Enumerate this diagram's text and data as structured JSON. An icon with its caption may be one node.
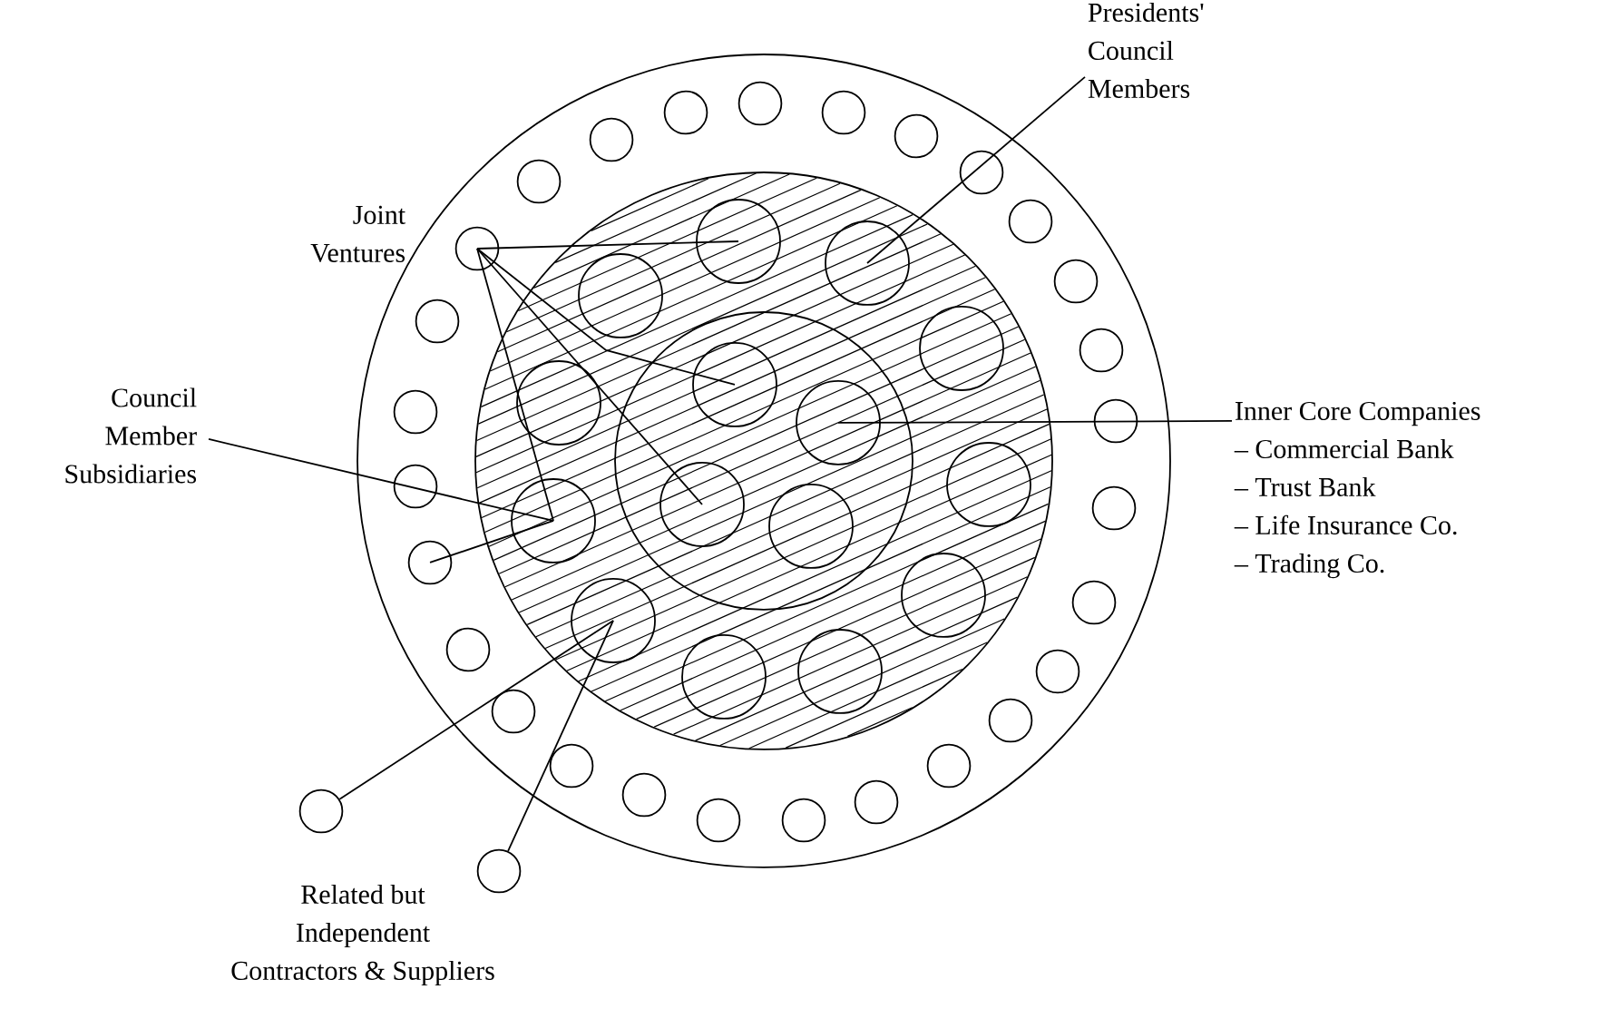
{
  "diagram": {
    "nodes": [
      {
        "text": [
          "Presidents' Council Members"
        ]
      },
      {
        "text": [
          "Council Member Subsidiaries"
        ]
      },
      {
        "text": [
          "Inner Core Companies",
          "– Commercial Bank",
          "– Trust Bank",
          "– Life Insurance Co.",
          "– Trading Co."
        ]
      },
      {
        "text": [],
        "shape": "circle"
      },
      {
        "text": [],
        "shape": "circle"
      },
      {
        "text": [],
        "shape": "circle"
      },
      {
        "text": [],
        "shape": "circle"
      },
      {
        "text": [],
        "shape": "circle"
      },
      {
        "text": [],
        "shape": "circle"
      },
      {
        "text": [],
        "shape": "circle"
      },
      {
        "text": [],
        "shape": "circle"
      },
      {
        "text": [],
        "shape": "circle",
        "beside": [
          "Joint Ventures"
        ]
      },
      {
        "text": [],
        "shape": "circle"
      },
      {
        "text": [],
        "shape": "circle"
      },
      {
        "text": [],
        "shape": "circle"
      },
      {
        "text": [],
        "shape": "circle"
      },
      {
        "text": [],
        "shape": "circle"
      },
      {
        "text": [],
        "shape": "circle"
      },
      {
        "text": [],
        "shape": "circle"
      },
      {
        "text": [],
        "shape": "circle"
      },
      {
        "text": [],
        "shape": "circle"
      },
      {
        "text": [],
        "shape": "circle"
      },
      {
        "text": [],
        "shape": "circle"
      },
      {
        "text": [],
        "shape": "circle"
      },
      {
        "text": [],
        "shape": "circle"
      },
      {
        "text": [],
        "shape": "circle"
      },
      {
        "text": [],
        "shape": "circle"
      },
      {
        "text": [],
        "shape": "circle"
      },
      {
        "text": [],
        "shape": "circle"
      },
      {
        "text": [],
        "shape": "circle"
      },
      {
        "text": [],
        "shape": "circle"
      },
      {
        "text": [],
        "shape": "circle"
      },
      {
        "text": [],
        "shape": "circle"
      },
      {
        "text": [],
        "shape": "circle"
      },
      {
        "text": [],
        "shape": "circle"
      },
      {
        "text": [],
        "shape": "circle"
      },
      {
        "text": [],
        "shape": "circle"
      },
      {
        "text": [],
        "shape": "circle"
      },
      {
        "text": [],
        "shape": "circle"
      },
      {
        "text": [],
        "shape": "circle"
      },
      {
        "text": [],
        "shape": "circle"
      },
      {
        "text": [],
        "shape": "circle"
      },
      {
        "text": [],
        "shape": "circle"
      },
      {
        "text": [],
        "shape": "circle"
      },
      {
        "text": [],
        "shape": "circle"
      },
      {
        "text": [],
        "shape": "circle"
      },
      {
        "text": [],
        "shape": "circle"
      },
      {
        "text": [],
        "shape": "circle",
        "beside": [
          "Related but Independent Contractors & Suppliers"
        ]
      }
    ],
    "edges": [
      {
        "from": 0,
        "to": 32,
        "arrow": "none"
      },
      {
        "from": 1,
        "to": 40,
        "arrow": "none"
      },
      {
        "from": 2,
        "to": 37,
        "arrow": "none"
      },
      {
        "from": 11,
        "to": 31,
        "arrow": "none"
      },
      {
        "from": 11,
        "to": 35,
        "arrow": "none"
      },
      {
        "from": 11,
        "to": 39,
        "arrow": "none"
      },
      {
        "from": 11,
        "to": 40,
        "arrow": "none"
      },
      {
        "from": 19,
        "to": 40,
        "arrow": "none"
      },
      {
        "from": 46,
        "to": 43,
        "arrow": "none"
      },
      {
        "from": 47,
        "to": 43,
        "arrow": "none"
      }
    ]
  }
}
